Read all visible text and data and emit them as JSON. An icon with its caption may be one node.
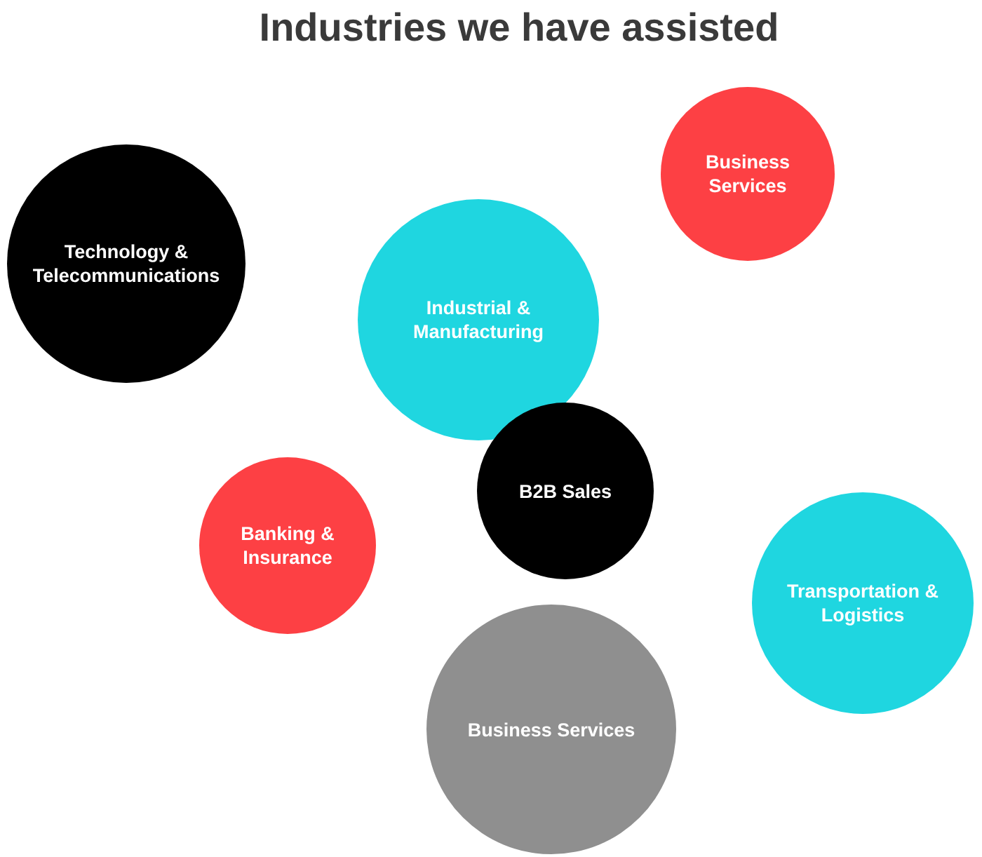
{
  "diagram": {
    "title": "Industries we have assisted",
    "nodes": [
      {
        "text": [
          "Technology & Telecommunications"
        ]
      },
      {
        "text": [
          "Business Services"
        ]
      },
      {
        "text": [
          "Industrial & Manufacturing"
        ]
      },
      {
        "text": [
          "B2B Sales"
        ]
      },
      {
        "text": [
          "Banking & Insurance"
        ]
      },
      {
        "text": [
          "Transportation & Logistics"
        ]
      },
      {
        "text": [
          "Business Services"
        ]
      }
    ]
  }
}
